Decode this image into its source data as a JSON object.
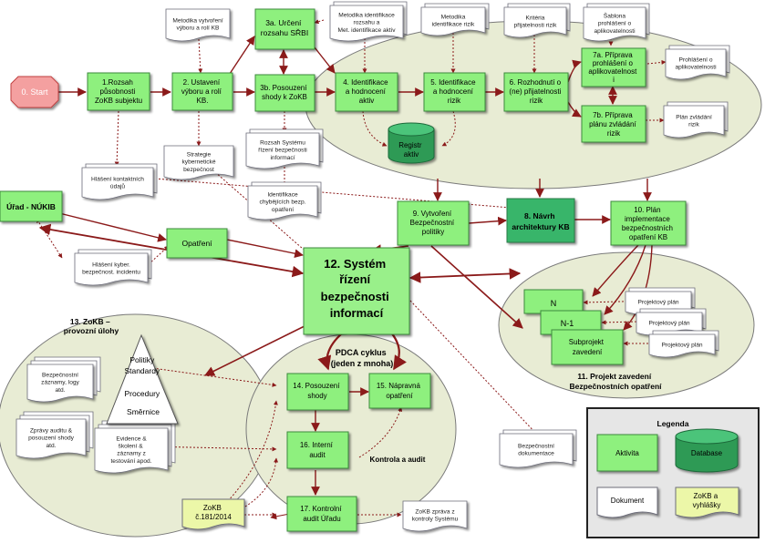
{
  "colors": {
    "activity_fill": "#8ef07e",
    "activity_stroke": "#3c8a3c",
    "big_fill": "#99f08a",
    "doc_fill": "#ffffff",
    "doc_stroke": "#6d6d7a",
    "law_fill": "#ecf7a8",
    "region_fill": "#e8ecd4",
    "region_stroke": "#7a7a7a",
    "arrow": "#8b1a1a",
    "start_fill": "#f4a0a0",
    "start_stroke": "#c04040",
    "database_fill": "#2e9a55"
  },
  "nodes": {
    "start": "0. Start",
    "rozsah": [
      "1.Rozsah",
      "působnosti",
      "ZoKB subjektu"
    ],
    "ustaveni": [
      "2. Ustavení",
      "výboru a rolí",
      "KB."
    ],
    "urceni": [
      "3a. Určení",
      "rozsahu SŘBI"
    ],
    "posouzeni": [
      "3b. Posouzení",
      "shody k ZoKB"
    ],
    "identifikace": [
      "4. Identifikace",
      "a hodnocení",
      "aktiv"
    ],
    "rizik": [
      "5. Identifikace",
      "a hodnocení",
      "rizik"
    ],
    "rozhodnuti": [
      "6. Rozhodnutí o",
      "(ne) přijatelnosti",
      "rizik"
    ],
    "prohlaseni": [
      "7a. Příprava",
      "prohlášení o",
      "aplikovatelnost",
      "i"
    ],
    "zvladani": [
      "7b. Příprava",
      "plánu zvládání",
      "rizik"
    ],
    "politika": [
      "9. Vytvoření",
      "Bezpečnostní",
      "politiky"
    ],
    "navrh": [
      "8. Návrh",
      "architektury KB"
    ],
    "plan": [
      "10. Plán",
      "implementace",
      "bezpečnostních",
      "opatření KB"
    ],
    "urad": "Úřad - NÚKIB",
    "opatreni": "Opatření",
    "system": [
      "12. Systém",
      "řízení",
      "bezpečnosti",
      "informací"
    ],
    "n": "N",
    "n1": "N-1",
    "subprojekt": [
      "Subprojekt",
      "zavedení"
    ],
    "posouzeni_shody": [
      "14. Posouzení",
      "shody"
    ],
    "napravna": [
      "15. Nápravná",
      "opatření"
    ],
    "interni": [
      "16. Interní",
      "audit"
    ],
    "kontrolni": [
      "17. Kontrolní",
      "audit Úřadu"
    ],
    "registr": [
      "Registr",
      "aktiv"
    ]
  },
  "documents": {
    "metodika_vyboru": [
      "Metodika vytvoření",
      "výboru a rolí KB"
    ],
    "metodika_aktiv": [
      "Metodika identifikace",
      "rozsahu a",
      "Met. identifikace aktiv"
    ],
    "metodika_rizik": [
      "Metodika",
      "identifikace rizik"
    ],
    "kriteria": [
      "Kritéria",
      "přijatelnosti rizik"
    ],
    "sablona": [
      "Šablona",
      "prohlášení o",
      "aplikovatelnosti"
    ],
    "prohlaseni_doc": [
      "Prohlášení o",
      "aplikovatelnosti"
    ],
    "plan_zvladani": [
      "Plán zvládání",
      "rizik"
    ],
    "strategie": [
      "Strategie",
      "kybernetické",
      "bezpečnost"
    ],
    "rozsah_systemu": [
      "Rozsah Systému",
      "řízení bezpečnosti",
      "informací"
    ],
    "chybejici": [
      "Identifikace",
      "chybějících bezp.",
      "opatření"
    ],
    "hlaseni_kontaktu": [
      "Hlášení kontaktních",
      "údajů"
    ],
    "hlaseni_incidentu": [
      "Hlášení kyber.",
      "bezpečnost. incidentu"
    ],
    "projektovy_plan": "Projektový plán",
    "zaznamy": [
      "Bezpečnostní",
      "záznamy, logy",
      "atd."
    ],
    "zpravy_auditu": [
      "Zprávy auditu &",
      "posouzení shody",
      "atd."
    ],
    "evidence": [
      "Evidence &",
      "školení & ",
      "záznamy z",
      "testování apod."
    ],
    "bezp_dokumentace": [
      "Bezpečnostní",
      "dokumentace"
    ],
    "zprava_kontroly": [
      "ZoKB zpráva z",
      "kontroly Systému"
    ],
    "zokb_law": [
      "ZoKB",
      "č.181/2014"
    ]
  },
  "regions": {
    "provozni": [
      "13. ZoKB –",
      "provozní úlohy"
    ],
    "kontrola": "Kontrola a audit",
    "projekt": [
      "11. Projekt zavedení",
      "Bezpečnostních opatření"
    ],
    "pdca": [
      "PDCA cyklus",
      "(jeden z mnoha)"
    ]
  },
  "pyramid": [
    "Politiky",
    "Standardy",
    "Procedury",
    "Směrnice"
  ],
  "legend": {
    "title": "Legenda",
    "aktivita": "Aktivita",
    "database": "Database",
    "dokument": "Dokument",
    "zokb": [
      "ZoKB a",
      "vyhlášky"
    ]
  }
}
